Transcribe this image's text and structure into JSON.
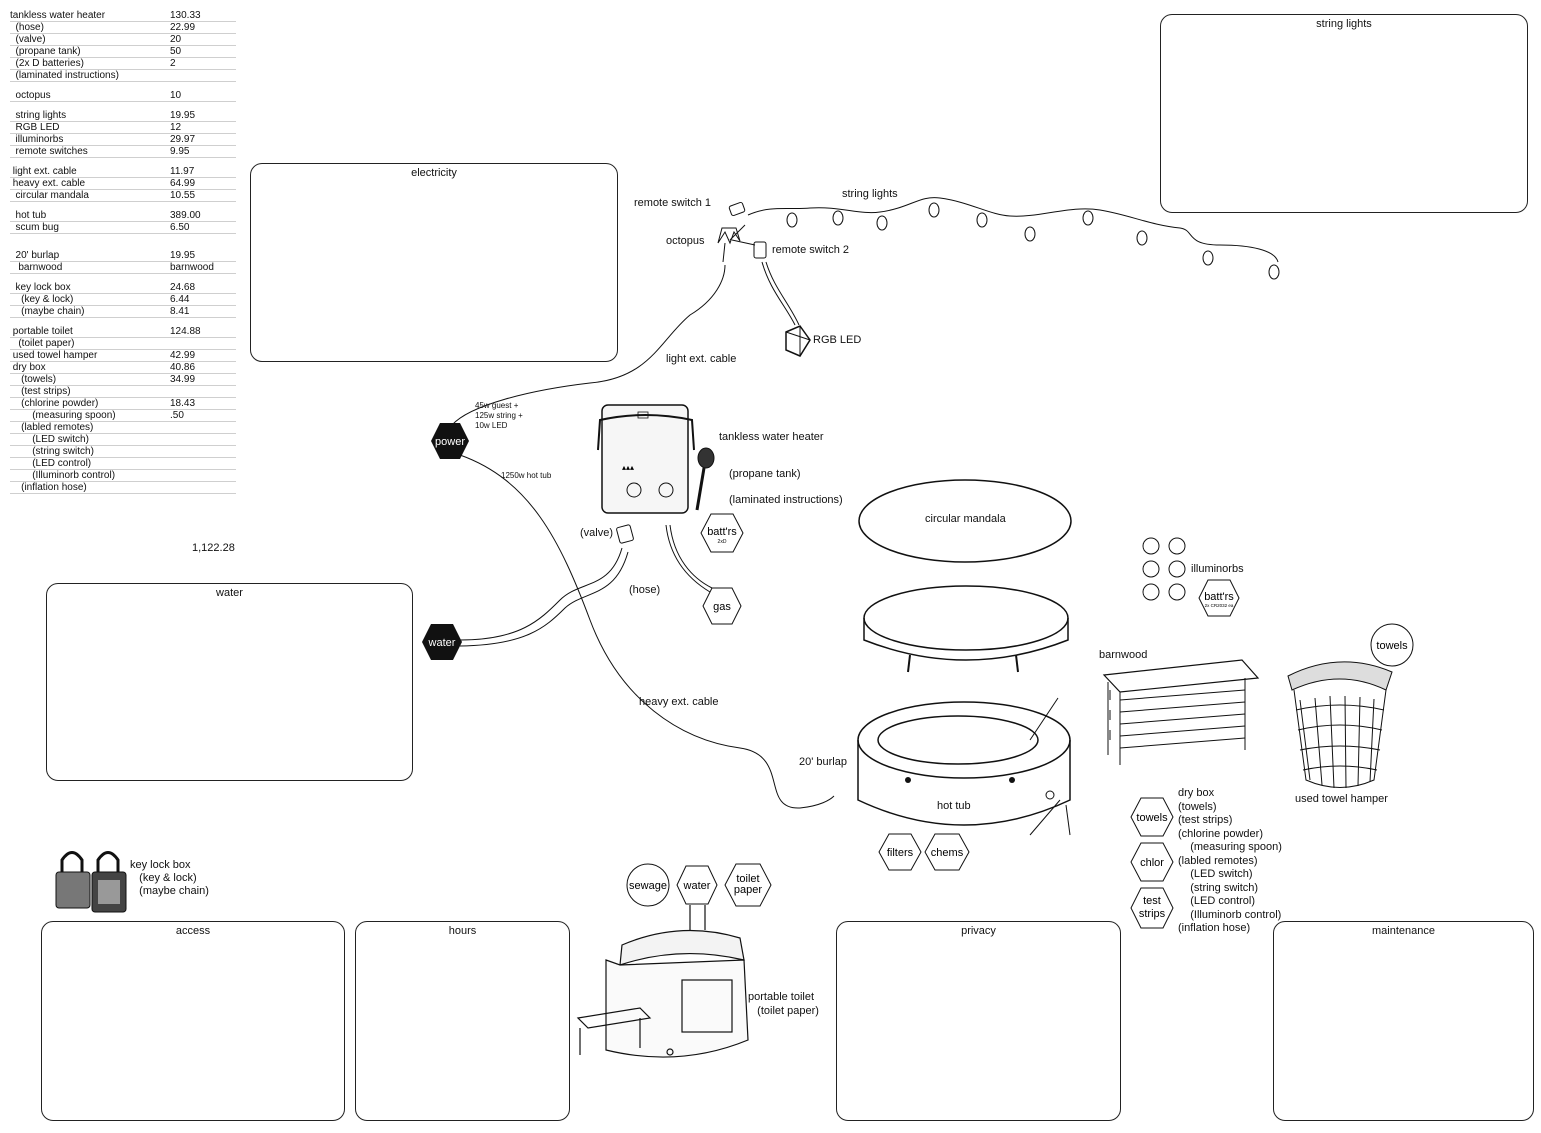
{
  "budget": {
    "rows": [
      {
        "name": "tankless water heater",
        "price": "130.33"
      },
      {
        "name": "  (hose)",
        "price": "22.99"
      },
      {
        "name": "  (valve)",
        "price": "20"
      },
      {
        "name": "  (propane tank)",
        "price": "50"
      },
      {
        "name": "  (2x D batteries)",
        "price": "2"
      },
      {
        "name": "  (laminated instructions)",
        "price": ""
      },
      {
        "gap": true
      },
      {
        "name": "  octopus",
        "price": "10"
      },
      {
        "gap": true
      },
      {
        "name": "  string lights",
        "price": "19.95"
      },
      {
        "name": "  RGB LED",
        "price": "12"
      },
      {
        "name": "  illuminorbs",
        "price": "29.97"
      },
      {
        "name": "  remote switches",
        "price": "9.95"
      },
      {
        "gap": true
      },
      {
        "name": " light ext. cable",
        "price": "11.97"
      },
      {
        "name": " heavy ext. cable",
        "price": "64.99"
      },
      {
        "name": "  circular mandala",
        "price": "10.55"
      },
      {
        "gap": true
      },
      {
        "name": "  hot tub",
        "price": "389.00"
      },
      {
        "name": "  scum bug",
        "price": "6.50"
      },
      {
        "gap": true
      },
      {
        "gap": true
      },
      {
        "name": "  20' burlap",
        "price": "19.95"
      },
      {
        "name": "   barnwood",
        "price": "barnwood"
      },
      {
        "gap": true
      },
      {
        "name": "  key lock box",
        "price": "24.68"
      },
      {
        "name": "    (key & lock)",
        "price": "6.44"
      },
      {
        "name": "    (maybe chain)",
        "price": "8.41"
      },
      {
        "gap": true
      },
      {
        "name": " portable toilet",
        "price": "124.88"
      },
      {
        "name": "   (toilet paper)",
        "price": ""
      },
      {
        "name": " used towel hamper",
        "price": "42.99"
      },
      {
        "name": " dry box",
        "price": "40.86"
      },
      {
        "name": "    (towels)",
        "price": "34.99"
      },
      {
        "name": "    (test strips)",
        "price": ""
      },
      {
        "name": "    (chlorine powder)",
        "price": "18.43"
      },
      {
        "name": "        (measuring spoon)",
        "price": ".50"
      },
      {
        "name": "    (labled remotes)",
        "price": ""
      },
      {
        "name": "        (LED switch)",
        "price": ""
      },
      {
        "name": "        (string switch)",
        "price": ""
      },
      {
        "name": "        (LED control)",
        "price": ""
      },
      {
        "name": "        (Illuminorb control)",
        "price": ""
      },
      {
        "name": "    (inflation hose)",
        "price": ""
      }
    ],
    "total": "1,122.28"
  },
  "boxes": {
    "electricity": "electricity",
    "string_lights": "string lights",
    "water": "water",
    "access": "access",
    "hours": "hours",
    "privacy": "privacy",
    "maintenance": "maintenance"
  },
  "labels": {
    "remote_switch_1": "remote switch 1",
    "string_lights": "string lights",
    "octopus": "octopus",
    "remote_switch_2": "remote switch 2",
    "rgb_led": "RGB LED",
    "light_ext_cable": "light ext. cable",
    "power_note": "45w guest +\n125w string +\n10w LED",
    "hot_tub_note": "1250w hot tub",
    "tankless_water_heater": "tankless water heater",
    "propane_tank": "(propane tank)",
    "laminated_instructions": "(laminated instructions)",
    "valve": "(valve)",
    "hose": "(hose)",
    "circular_mandala": "circular mandala",
    "illuminorbs": "illuminorbs",
    "heavy_ext_cable": "heavy ext. cable",
    "burlap": "20' burlap",
    "hot_tub": "hot tub",
    "barnwood": "barnwood",
    "used_towel_hamper": "used towel hamper",
    "dry_box": "dry box\n(towels)\n(test strips)\n(chlorine powder)\n    (measuring spoon)\n(labled remotes)\n    (LED switch)\n    (string switch)\n    (LED control)\n    (Illuminorb control)\n(inflation hose)",
    "key_lock_box": "key lock box\n   (key & lock)\n   (maybe chain)",
    "portable_toilet": "portable toilet\n   (toilet paper)"
  },
  "tokens": {
    "power": "power",
    "water_dark": "water",
    "batts_1": "batt'rs",
    "batts_1_sub": "2xD",
    "gas": "gas",
    "batts_2": "batt'rs",
    "batts_2_sub": "2x CR2032 ea",
    "towels_hamper": "towels",
    "filters": "filters",
    "chems": "chems",
    "towels": "towels",
    "chlor": "chlor",
    "test_strips": "test\nstrips",
    "sewage": "sewage",
    "water": "water",
    "toilet_paper": "toilet\npaper"
  }
}
